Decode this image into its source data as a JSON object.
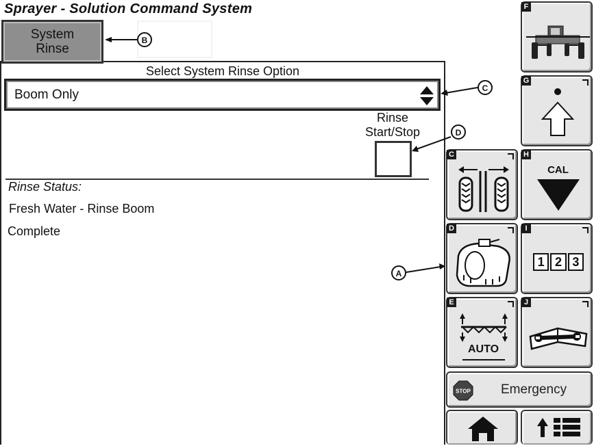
{
  "app": {
    "title": "Sprayer - Solution Command System"
  },
  "system_rinse_button": {
    "label": "System Rinse"
  },
  "rinse_panel": {
    "heading": "Select System Rinse Option",
    "selected_option": "Boom Only",
    "start_stop_label": "Rinse Start/Stop",
    "status_label": "Rinse Status:",
    "status_lines": [
      "Fresh Water - Rinse Boom",
      "Complete"
    ]
  },
  "side_buttons": {
    "F": {
      "letter": "F",
      "icon": "sprayer-machine-icon"
    },
    "G": {
      "letter": "G",
      "icon": "arrow-up-outline-icon"
    },
    "C": {
      "letter": "C",
      "icon": "track-width-icon"
    },
    "H": {
      "letter": "H",
      "label": "CAL",
      "icon": "calibration-triangle-icon"
    },
    "D": {
      "letter": "D",
      "icon": "tank-icon"
    },
    "I": {
      "letter": "I",
      "digits": [
        "1",
        "2",
        "3"
      ],
      "icon": "numeric-keypad-icon"
    },
    "E": {
      "letter": "E",
      "label": "AUTO",
      "icon": "boom-height-auto-icon"
    },
    "J": {
      "letter": "J",
      "icon": "wrench-manual-icon"
    }
  },
  "emergency_button": {
    "label": "Emergency",
    "stop_text": "STOP"
  },
  "bottom_buttons": {
    "home": {
      "icon": "home-icon"
    },
    "menu": {
      "icon": "up-arrow-menu-icon"
    }
  },
  "callouts": {
    "A": "A",
    "B": "B",
    "C": "C",
    "D": "D"
  },
  "colors": {
    "button_face": "#e6e6e6",
    "system_rinse_active": "#8e8e8e",
    "emergency_stop_red": "#c00000",
    "border": "#333333"
  }
}
